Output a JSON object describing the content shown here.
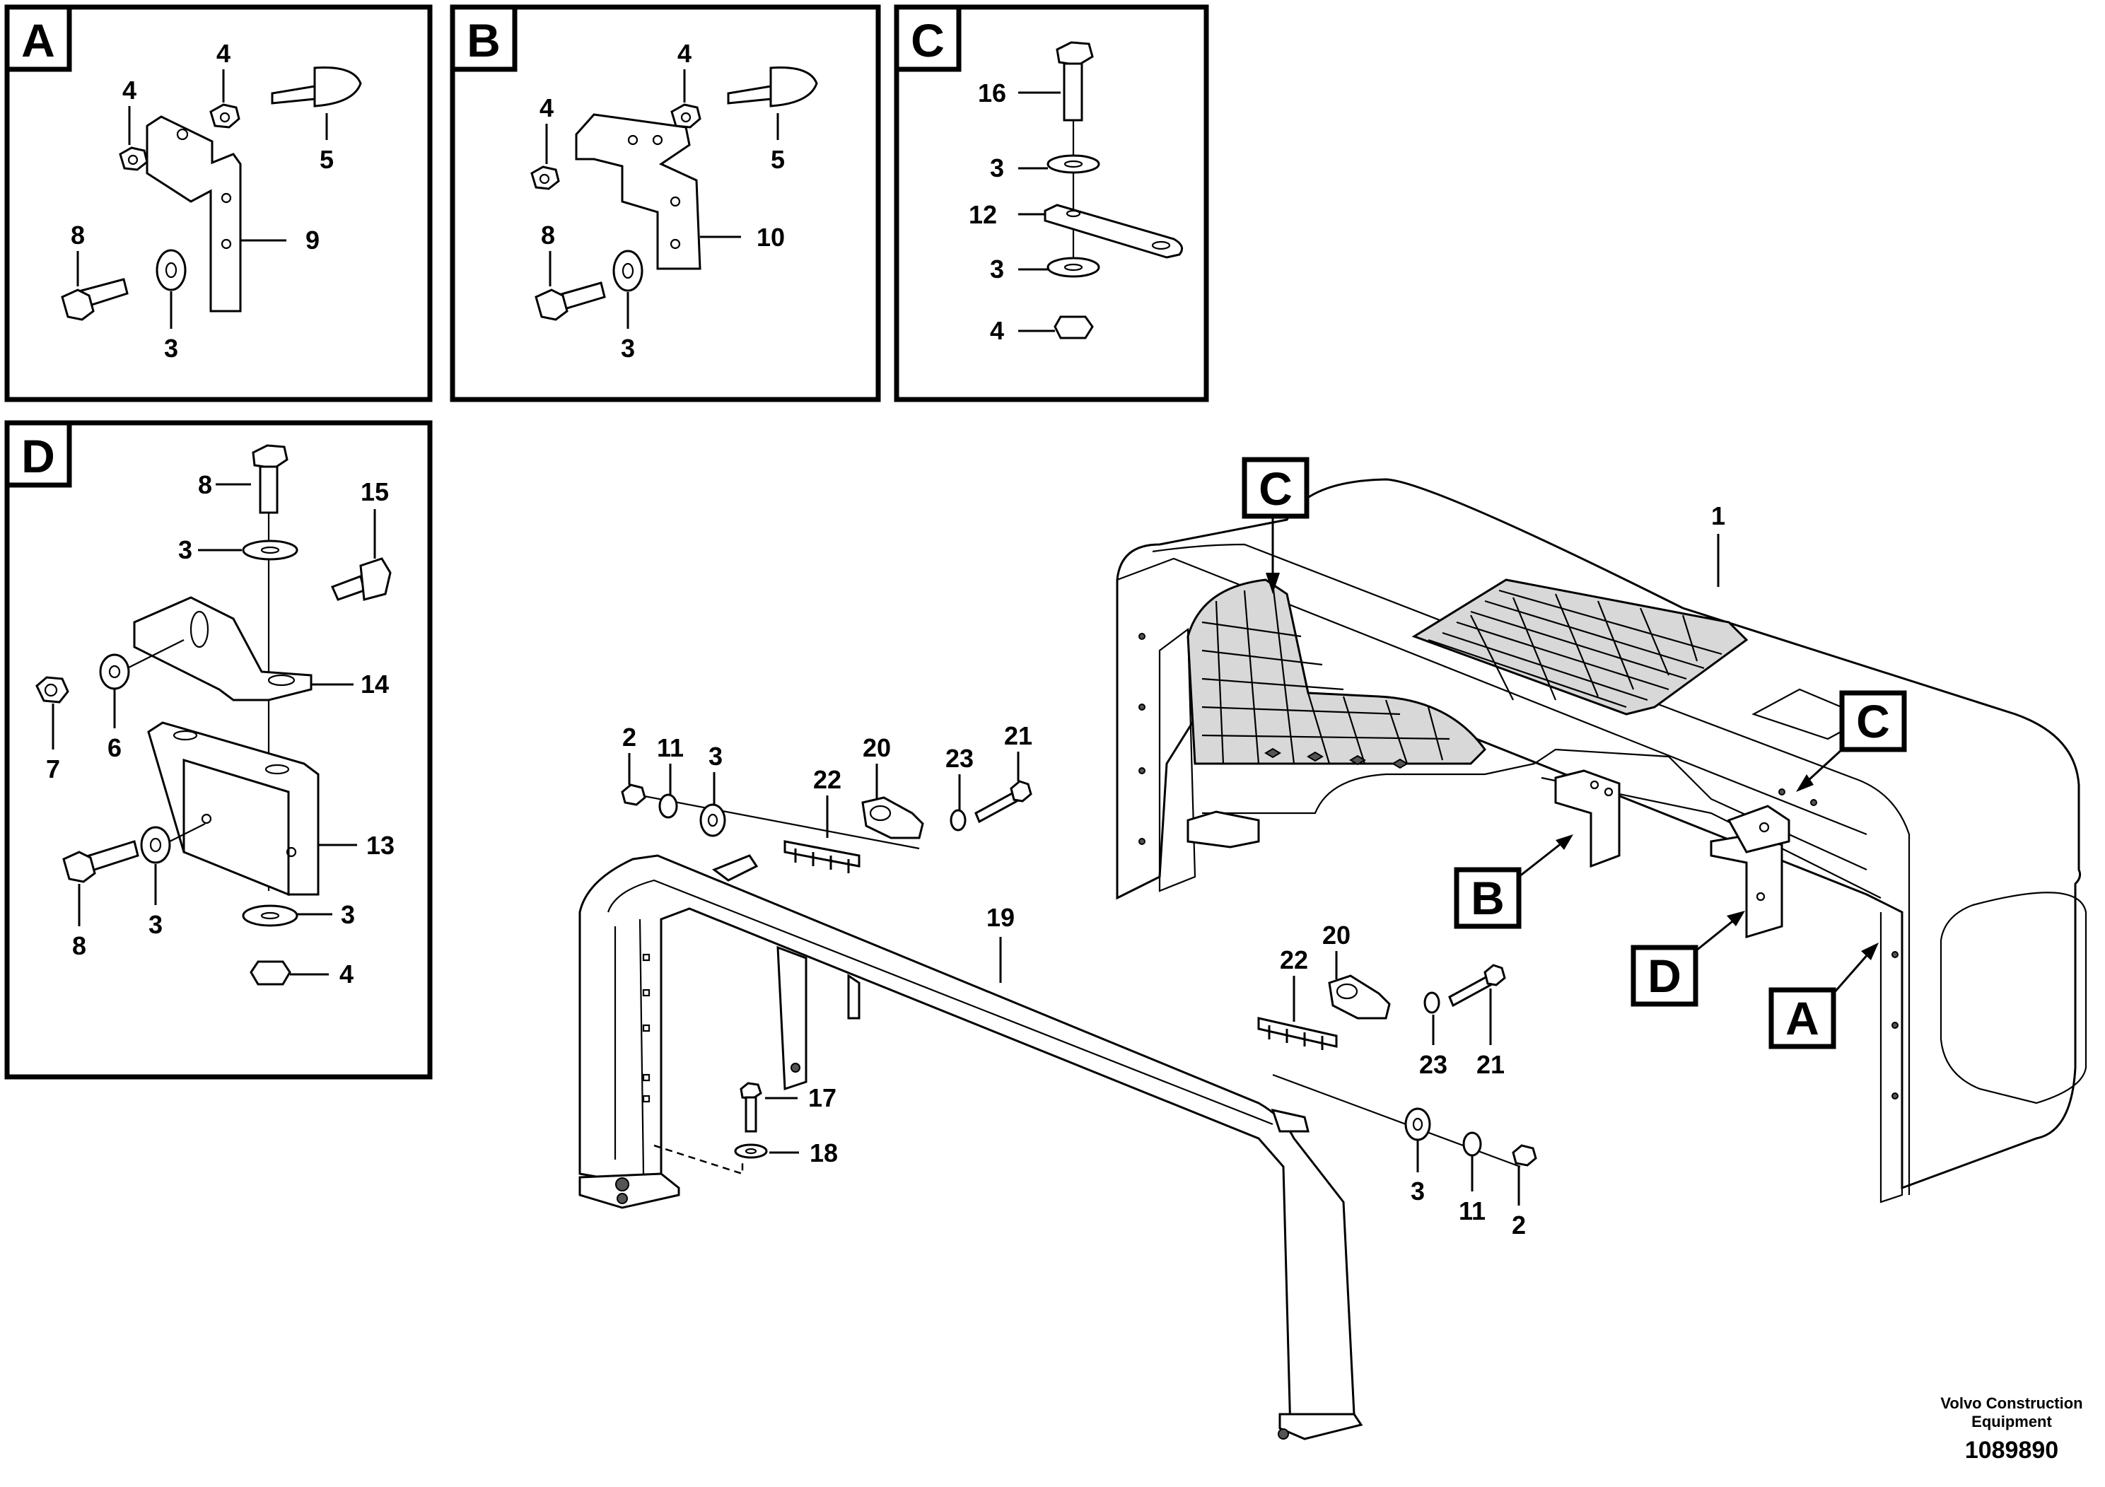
{
  "detail_labels": {
    "a": "A",
    "b": "B",
    "c": "C",
    "d": "D"
  },
  "panel_a": {
    "nut_left": "4",
    "nut_top": "4",
    "pin": "5",
    "bracket": "9",
    "bolt": "8",
    "washer": "3"
  },
  "panel_b": {
    "nut_left": "4",
    "nut_top": "4",
    "pin": "5",
    "bracket": "10",
    "bolt": "8",
    "washer": "3"
  },
  "panel_c": {
    "bolt": "16",
    "washer_top": "3",
    "strap": "12",
    "washer_bottom": "3",
    "nut": "4"
  },
  "panel_d": {
    "bolt_top": "8",
    "washer_top": "3",
    "pin": "15",
    "upper_bracket": "14",
    "nut": "7",
    "washer_side": "6",
    "lower_bracket": "13",
    "bolt_side": "8",
    "washer_side_2": "3",
    "washer_bottom": "3",
    "nut_bottom": "4"
  },
  "main": {
    "hood": "1",
    "callout_c1": "C",
    "callout_c2": "C",
    "callout_b": "B",
    "callout_d": "D",
    "callout_a": "A",
    "frame": "19",
    "left_nut": "2",
    "left_washer_small": "11",
    "left_washer": "3",
    "left_shim": "22",
    "left_hinge": "20",
    "left_washer_hinge": "23",
    "left_bolt": "21",
    "right_hinge": "20",
    "right_shim": "22",
    "right_washer_hinge": "23",
    "right_bolt": "21",
    "right_washer": "3",
    "right_washer_small": "11",
    "right_nut": "2",
    "foot_bolt": "17",
    "foot_washer": "18"
  },
  "footer": {
    "company_line1": "Volvo Construction",
    "company_line2": "Equipment",
    "drawing_number": "1089890"
  }
}
